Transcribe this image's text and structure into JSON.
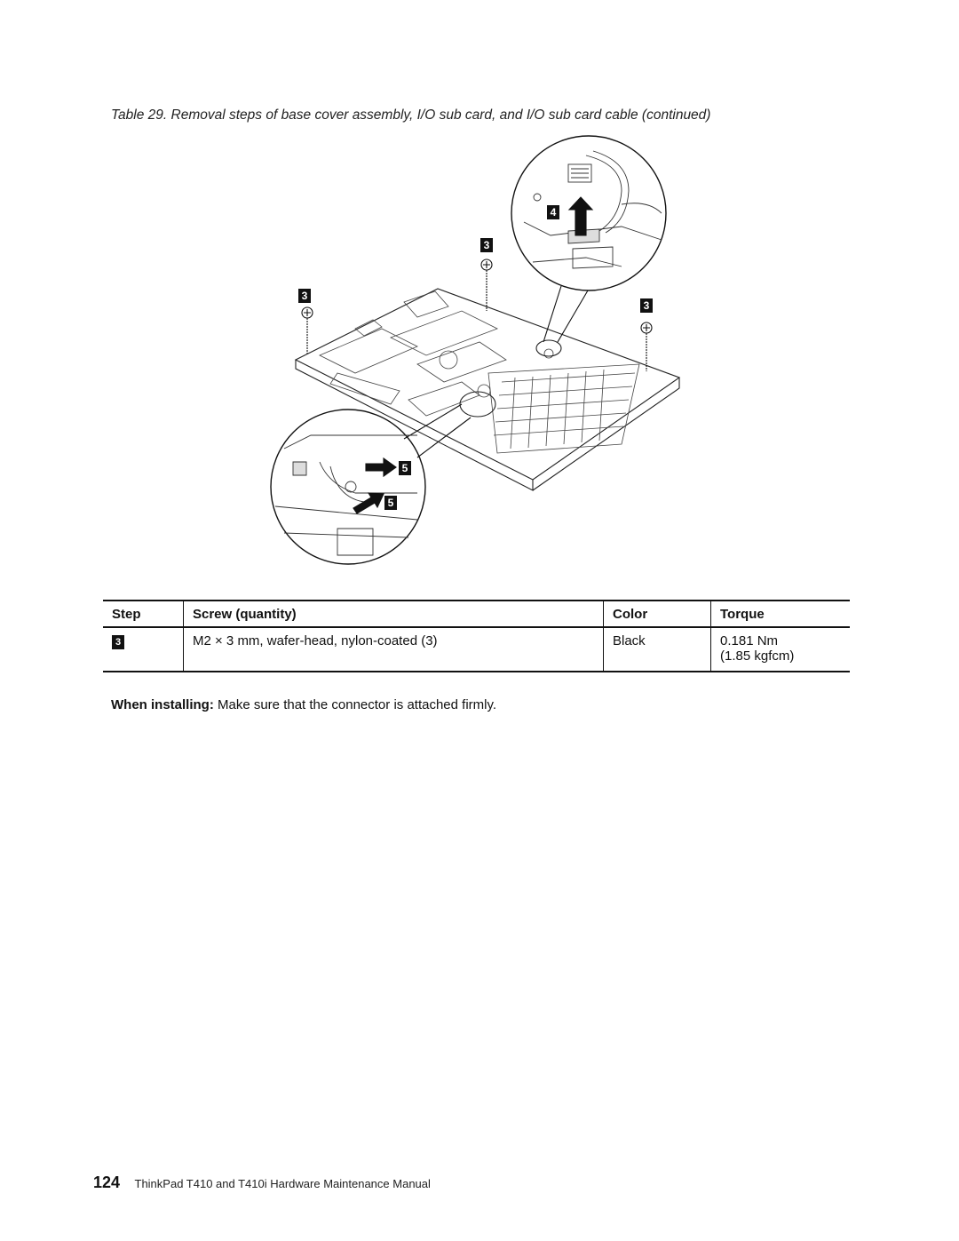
{
  "caption": "Table 29. Removal steps of base cover assembly, I/O sub card, and I/O sub card cable (continued)",
  "figure": {
    "callouts": {
      "screw_left": "3",
      "screw_center": "3",
      "screw_right": "3",
      "connector_lift": "4",
      "cable_upper": "5",
      "cable_lower": "5"
    }
  },
  "table": {
    "headers": {
      "step": "Step",
      "screw": "Screw (quantity)",
      "color": "Color",
      "torque": "Torque"
    },
    "rows": [
      {
        "step": "3",
        "screw": "M2 × 3 mm, wafer-head, nylon-coated (3)",
        "color": "Black",
        "torque_line1": "0.181 Nm",
        "torque_line2": "(1.85 kgfcm)"
      }
    ]
  },
  "note": {
    "label": "When installing:",
    "text": " Make sure that the connector is attached firmly."
  },
  "footer": {
    "page_number": "124",
    "title": "ThinkPad T410 and T410i Hardware Maintenance Manual"
  }
}
